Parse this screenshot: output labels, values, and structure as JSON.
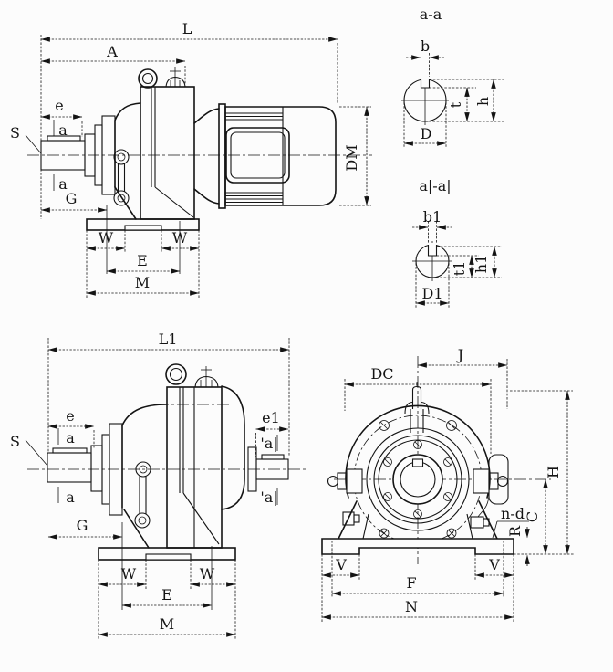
{
  "drawing": {
    "background": "#fcfcfc",
    "line_color": "#141414",
    "views": {
      "side_motor": {
        "name": "geared motor side view",
        "dims": {
          "L": "L",
          "A": "A",
          "e": "e",
          "S": "S",
          "a_upper": "a",
          "a_lower": "a",
          "G": "G",
          "W_left": "W",
          "W_right": "W",
          "E": "E",
          "M": "M",
          "DM": "DM"
        }
      },
      "section_aa": {
        "title": "a-a",
        "dims": {
          "b": "b",
          "t": "t",
          "h": "h",
          "D": "D"
        }
      },
      "section_a1a1": {
        "title": "a|-a|",
        "dims": {
          "b1": "b1",
          "t1": "t1",
          "h1": "h1",
          "D1": "D1"
        }
      },
      "side_gearbox": {
        "name": "gear reducer side view",
        "dims": {
          "L1": "L1",
          "e": "e",
          "e1": "e1",
          "S": "S",
          "a_upper": "a",
          "a_lower": "a",
          "a1_upper": "'a|",
          "a1_lower": "'a|",
          "G": "G",
          "W_left": "W",
          "W_right": "W",
          "E": "E",
          "M": "M"
        }
      },
      "front": {
        "name": "gear reducer front view",
        "dims": {
          "J": "J",
          "DC": "DC",
          "H": "H",
          "C": "C",
          "R": "R",
          "n_d": "n-d",
          "V_left": "V",
          "V_right": "V",
          "F": "F",
          "N": "N"
        }
      }
    }
  }
}
